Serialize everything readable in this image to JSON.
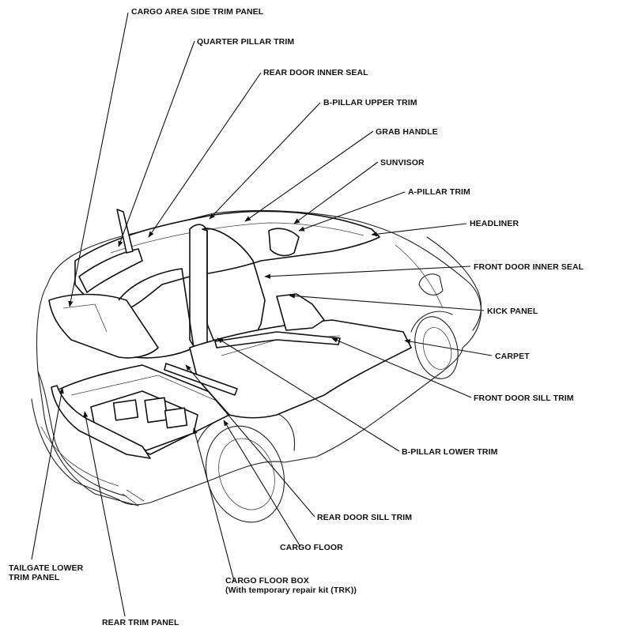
{
  "labels": {
    "cargo_area_side_trim_panel": "CARGO AREA SIDE TRIM PANEL",
    "quarter_pillar_trim": "QUARTER PILLAR TRIM",
    "rear_door_inner_seal": "REAR DOOR INNER SEAL",
    "b_pillar_upper_trim": "B-PILLAR UPPER TRIM",
    "grab_handle": "GRAB HANDLE",
    "sunvisor": "SUNVISOR",
    "a_pillar_trim": "A-PILLAR TRIM",
    "headliner": "HEADLINER",
    "front_door_inner_seal": "FRONT DOOR INNER SEAL",
    "kick_panel": "KICK PANEL",
    "carpet": "CARPET",
    "front_door_sill_trim": "FRONT DOOR SILL TRIM",
    "b_pillar_lower_trim": "B-PILLAR LOWER TRIM",
    "rear_door_sill_trim": "REAR DOOR SILL TRIM",
    "cargo_floor": "CARGO FLOOR",
    "cargo_floor_box_line1": "CARGO FLOOR BOX",
    "cargo_floor_box_line2": "(With temporary repair kit (TRK))",
    "tailgate_lower_trim_panel_line1": "TAILGATE LOWER",
    "tailgate_lower_trim_panel_line2": "TRIM PANEL",
    "rear_trim_panel": "REAR TRIM PANEL"
  },
  "colors": {
    "ink": "#111111",
    "background": "#ffffff"
  }
}
